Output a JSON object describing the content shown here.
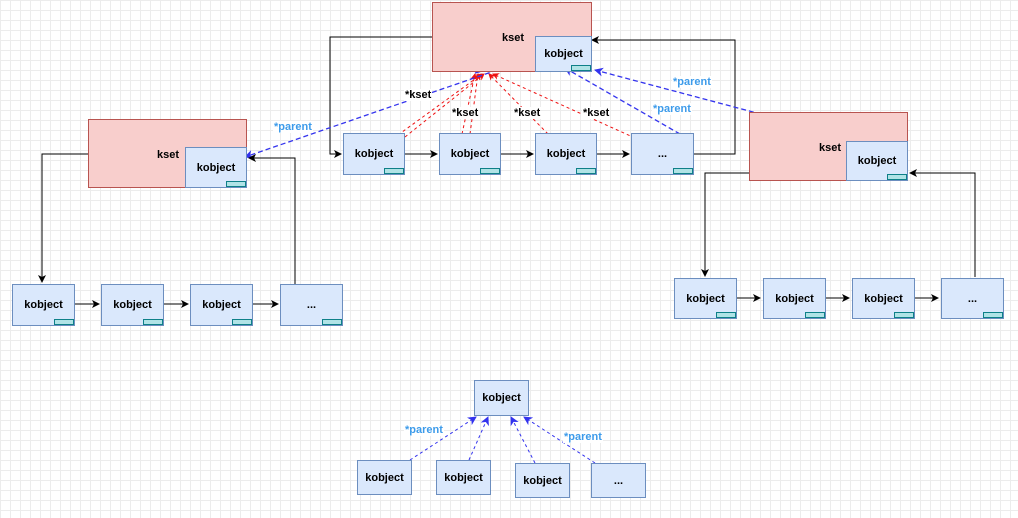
{
  "colors": {
    "kset_fill": "#f8cecc",
    "kset_stroke": "#b85450",
    "kobject_fill": "#dae8fc",
    "kobject_stroke": "#6c8ebf",
    "tab_fill": "#b0e3e6",
    "tab_stroke": "#0e8088",
    "parent_arrow": "#3333ee",
    "kset_arrow": "#ee1111",
    "list_arrow": "#000000",
    "parent_label": "#3d9bea"
  },
  "top_group": {
    "kset": "kset",
    "embedded_kobject": "kobject",
    "children": [
      "kobject",
      "kobject",
      "kobject",
      "..."
    ],
    "kset_pointer_labels": [
      "*kset",
      "*kset",
      "*kset",
      "*kset"
    ],
    "parent_labels": [
      "*parent",
      "*parent"
    ]
  },
  "left_group": {
    "kset": "kset",
    "embedded_kobject": "kobject",
    "children": [
      "kobject",
      "kobject",
      "kobject",
      "..."
    ],
    "parent_label": "*parent"
  },
  "right_group": {
    "kset": "kset",
    "embedded_kobject": "kobject",
    "children": [
      "kobject",
      "kobject",
      "kobject",
      "..."
    ]
  },
  "bottom_group": {
    "parent_kobject": "kobject",
    "children": [
      "kobject",
      "kobject",
      "kobject",
      "..."
    ],
    "parent_labels": [
      "*parent",
      "*parent"
    ]
  }
}
